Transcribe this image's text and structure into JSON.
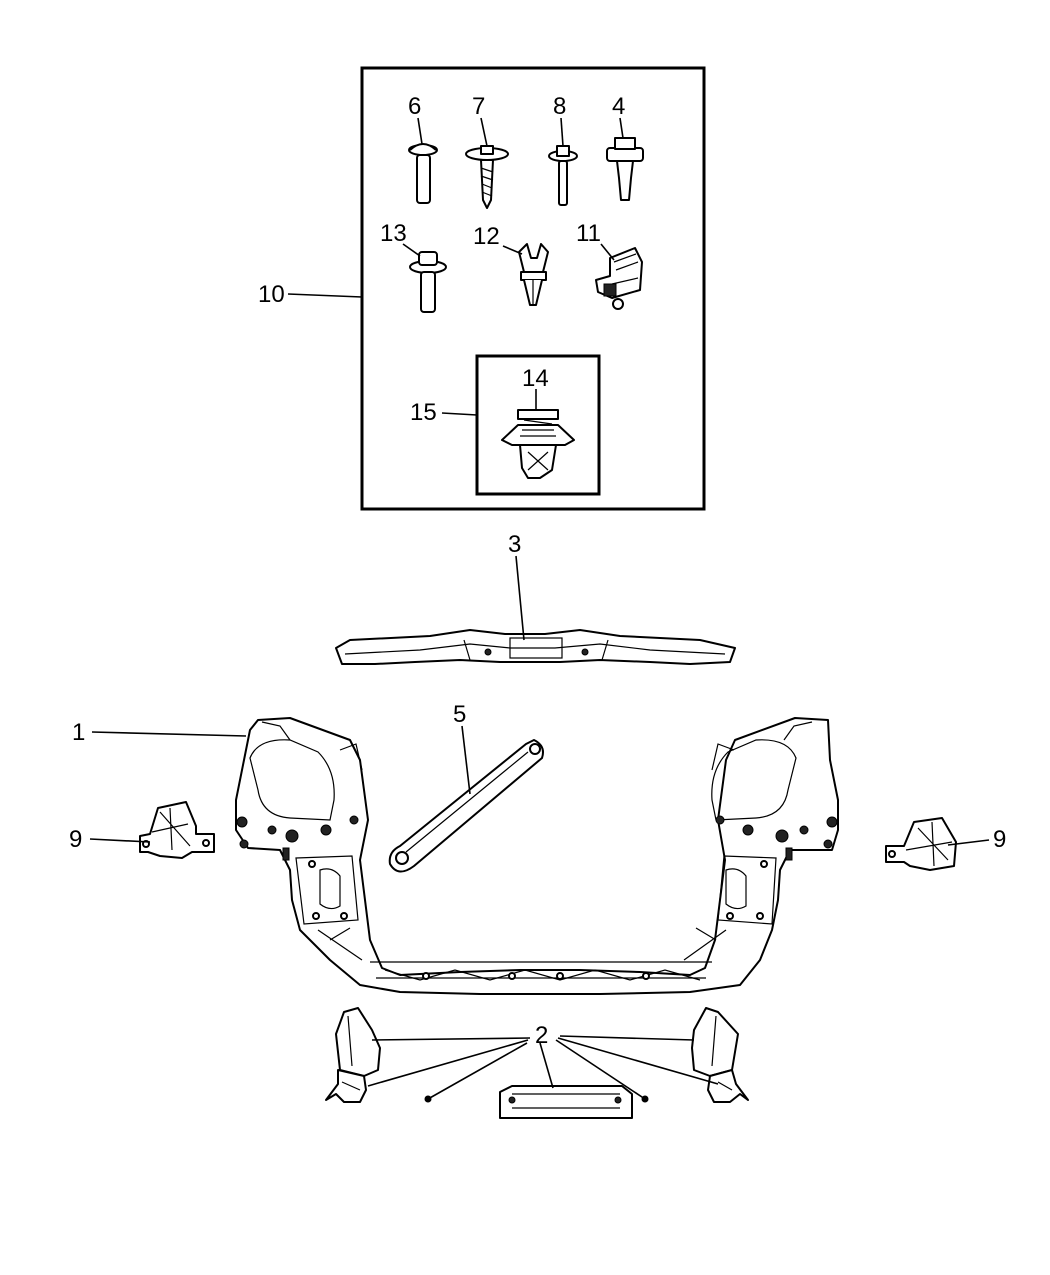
{
  "callouts": {
    "c1": "1",
    "c2": "2",
    "c3": "3",
    "c4": "4",
    "c5": "5",
    "c6": "6",
    "c7": "7",
    "c8": "8",
    "c9_left": "9",
    "c9_right": "9",
    "c10": "10",
    "c11": "11",
    "c12": "12",
    "c13": "13",
    "c14": "14",
    "c15": "15"
  },
  "colors": {
    "line": "#000000",
    "background": "#ffffff"
  }
}
